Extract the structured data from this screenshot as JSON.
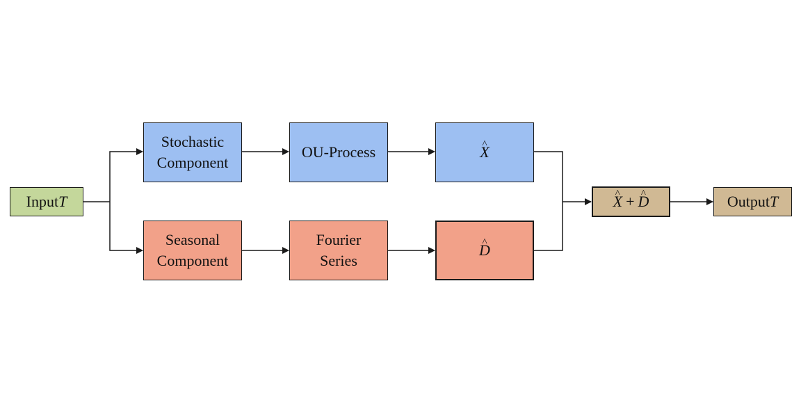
{
  "colors": {
    "input": "#c4d79b",
    "stochastic": "#9dbff2",
    "seasonal": "#f2a189",
    "output": "#d0b994",
    "line": "#1a1a1a"
  },
  "nodes": {
    "input": {
      "label": "Input ",
      "var": "T"
    },
    "stochastic": {
      "label": "Stochastic\nComponent"
    },
    "ou": {
      "label": "OU-Process"
    },
    "xhat": {
      "var": "X"
    },
    "seasonal": {
      "label": "Seasonal\nComponent"
    },
    "fourier": {
      "label": "Fourier\nSeries"
    },
    "dhat": {
      "var": "D"
    },
    "sum": {
      "var_a": "X",
      "op": "+",
      "var_b": "D"
    },
    "output": {
      "label": "Output ",
      "var": "T"
    }
  }
}
